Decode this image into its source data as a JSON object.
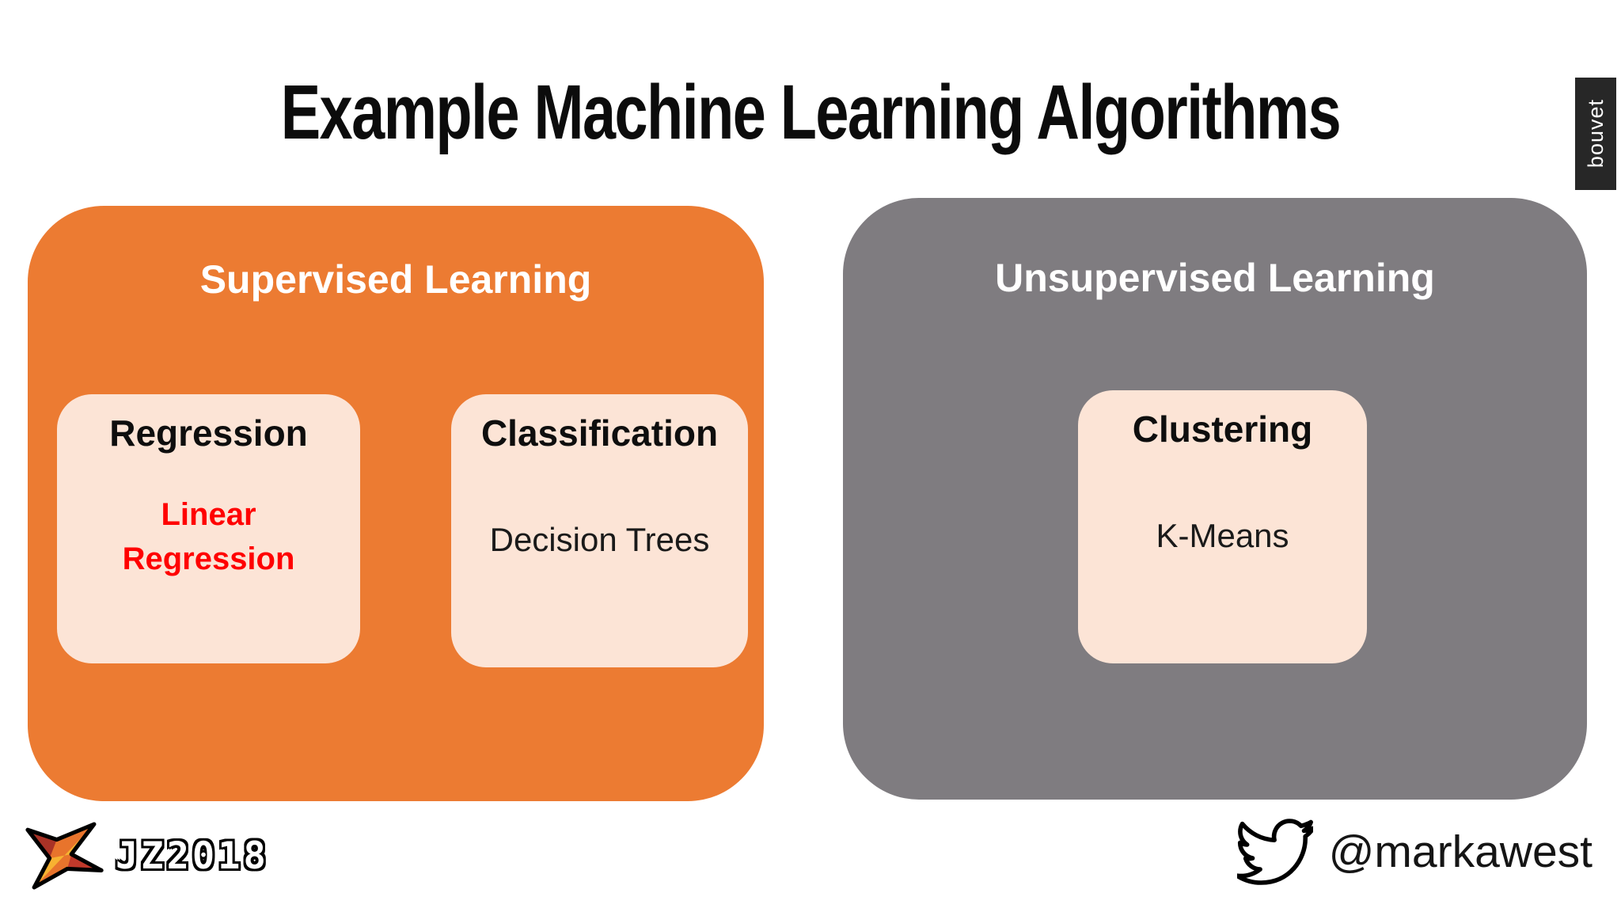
{
  "title": "Example Machine Learning Algorithms",
  "panels": {
    "supervised": {
      "title": "Supervised Learning",
      "color": "#EC7B32",
      "boxes": {
        "regression": {
          "title": "Regression",
          "item": "Linear Regression",
          "item_color": "#FF0000"
        },
        "classification": {
          "title": "Classification",
          "item": "Decision Trees"
        }
      }
    },
    "unsupervised": {
      "title": "Unsupervised Learning",
      "color": "#7F7C80",
      "boxes": {
        "clustering": {
          "title": "Clustering",
          "item": "K-Means"
        }
      }
    }
  },
  "footer": {
    "conference_logo_text": "JZ2018",
    "twitter_handle": "@markawest"
  },
  "branding": {
    "vendor_logo_text": "bouvet"
  },
  "colors": {
    "panel_orange": "#EC7B32",
    "panel_gray": "#7F7C80",
    "inner_card_cream": "#FCE4D6",
    "highlight_red": "#FF0000",
    "bouvet_background": "#272727"
  }
}
